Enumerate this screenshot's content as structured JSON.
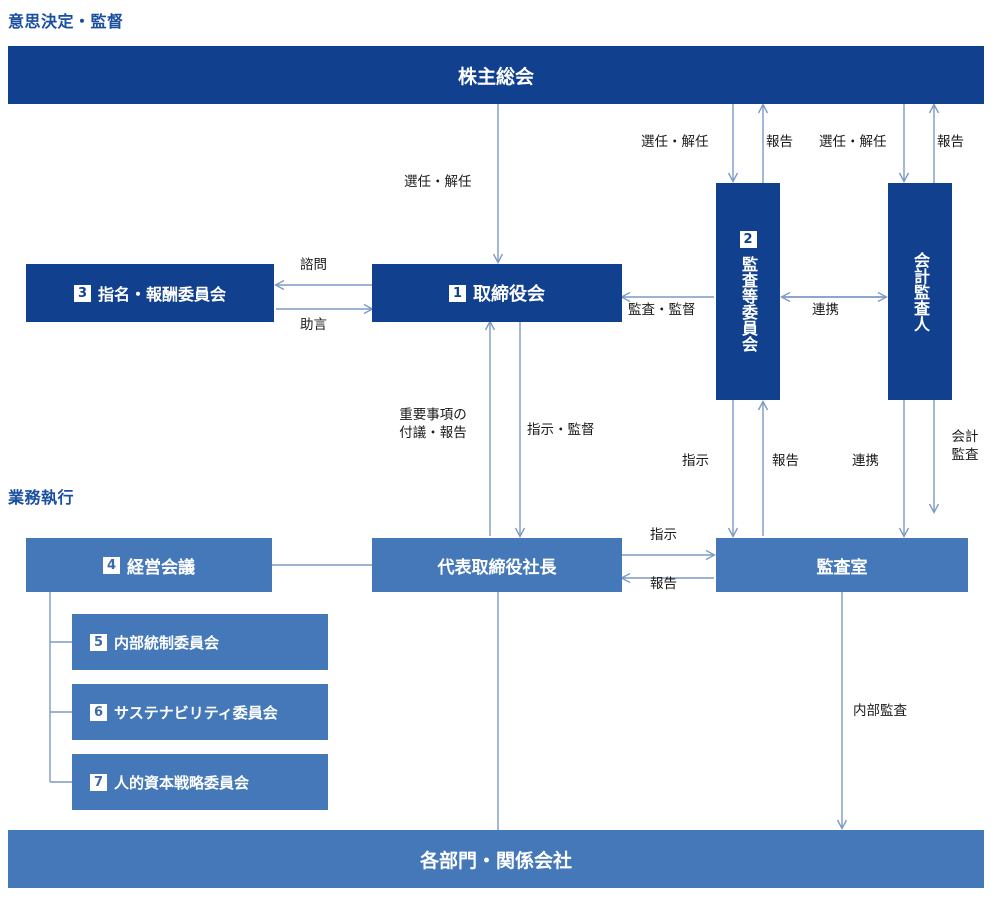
{
  "sections": {
    "governance": "意思決定・監督",
    "execution": "業務執行"
  },
  "colors": {
    "dark_blue": "#11408E",
    "light_blue": "#4478B8",
    "arrow": "#7E9AC4",
    "section_title": "#1a4fa0",
    "label_text": "#1a1a1a"
  },
  "nodes": {
    "shareholders_meeting": {
      "label": "株主総会",
      "number": ""
    },
    "board_of_directors": {
      "label": "取締役会",
      "number": "1"
    },
    "nomination_committee": {
      "label": "指名・報酬委員会",
      "number": "3"
    },
    "audit_committee": {
      "label": "監査等委員会",
      "number": "2"
    },
    "accounting_auditor": {
      "label": "会計監査人",
      "number": ""
    },
    "management_meeting": {
      "label": "経営会議",
      "number": "4"
    },
    "internal_control_committee": {
      "label": "内部統制委員会",
      "number": "5"
    },
    "sustainability_committee": {
      "label": "サステナビリティ委員会",
      "number": "6"
    },
    "human_capital_committee": {
      "label": "人的資本戦略委員会",
      "number": "7"
    },
    "president": {
      "label": "代表取締役社長",
      "number": ""
    },
    "audit_office": {
      "label": "監査室",
      "number": ""
    },
    "divisions": {
      "label": "各部門・関係会社",
      "number": ""
    }
  },
  "edge_labels": {
    "appoint_dismiss_board": "選任・解任",
    "appoint_dismiss_audit": "選任・解任",
    "appoint_dismiss_accounting": "選任・解任",
    "report_audit_to_meeting": "報告",
    "report_accounting_to_meeting": "報告",
    "consult": "諮問",
    "advise": "助言",
    "audit_supervise": "監査・監督",
    "coordinate_top": "連携",
    "important_matters": "重要事項の\n付議・報告",
    "important_matters_l1": "重要事項の",
    "important_matters_l2": "付議・報告",
    "instruct_supervise": "指示・監督",
    "instruct_audit_office": "指示",
    "report_audit_office": "報告",
    "coordinate_bottom": "連携",
    "accounting_audit_l1": "会計",
    "accounting_audit_l2": "監査",
    "instruct_president_to_office": "指示",
    "report_office_to_president": "報告",
    "internal_audit": "内部監査"
  }
}
